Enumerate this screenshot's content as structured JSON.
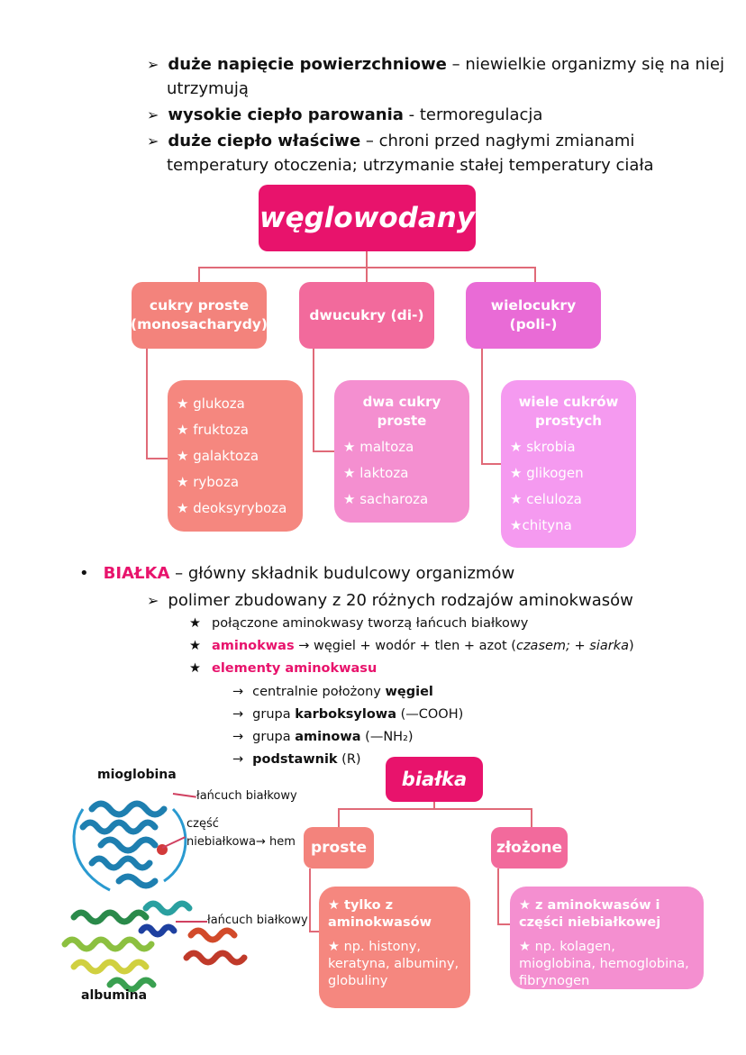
{
  "water": [
    {
      "bold": "duże napięcie powierzchniowe",
      "rest": " – niewielkie organizmy się na niej"
    },
    {
      "cont": "utrzymują"
    },
    {
      "bold": "wysokie ciepło parowania",
      "rest": " - termoregulacja"
    },
    {
      "bold": "duże ciepło właściwe",
      "rest": " – chroni przed nagłymi zmianami"
    },
    {
      "cont": "temperatury otoczenia; utrzymanie stałej temperatury ciała"
    }
  ],
  "carbs": {
    "title": "węglowodany",
    "cat1": "cukry proste\n(monosacharydy)",
    "cat2": "dwucukry (di-)",
    "cat3": "wielocukry\n(poli-)",
    "list1": [
      "★ glukoza",
      "★ fruktoza",
      "★ galaktoza",
      "★ ryboza",
      "★ deoksyryboza"
    ],
    "list2_head": "dwa cukry\nproste",
    "list2": [
      "★ maltoza",
      "★ laktoza",
      "★ sacharoza"
    ],
    "list3_head": "wiele cukrów\nprostych",
    "list3": [
      "★ skrobia",
      "★ glikogen",
      "★ celuloza",
      "★chityna"
    ]
  },
  "proteins": {
    "bullet": "•",
    "heading": "BIAŁKA",
    "heading_rest": " – główny składnik budulcowy organizmów",
    "sub": "polimer zbudowany z 20 różnych rodzajów aminokwasów",
    "star1": "połączone aminokwasy tworzą łańcuch białkowy",
    "star2_key": "aminokwas",
    "star2_rest": " → węgiel + wodór + tlen + azot (",
    "star2_italic": "czasem; + siarka",
    "star2_end": ")",
    "star3": "elementy aminokwasu",
    "elems": [
      {
        "pre": "centralnie położony ",
        "bold": "węgiel",
        "post": ""
      },
      {
        "pre": "grupa ",
        "bold": "karboksylowa",
        "post": " (—COOH)"
      },
      {
        "pre": "grupa ",
        "bold": "aminowa",
        "post": " (—NH₂)"
      },
      {
        "pre": "",
        "bold": "podstawnik",
        "post": " (R)"
      }
    ]
  },
  "protein_tree": {
    "title": "białka",
    "simple": "proste",
    "complex": "złożone",
    "simple_items": [
      "★ tylko z aminokwasów",
      "★ np. histony, keratyna, albuminy, globuliny"
    ],
    "complex_items": [
      "★ z aminokwasów i części niebiałkowej",
      "★ np. kolagen, mioglobina, hemoglobina, fibrynogen"
    ]
  },
  "figure": {
    "mioglobina": "mioglobina",
    "chain1": "łańcuch białkowy",
    "nonprotein_1": "część",
    "nonprotein_2": "niebiałkowa→ hem",
    "chain2": "łańcuch białkowy",
    "albumina": "albumina"
  },
  "colors": {
    "title_pink": "#e8136c",
    "salmon": "#f3837c",
    "pink_mid": "#f26a9c",
    "magenta_light": "#e96bd6",
    "card1": "#f5877f",
    "card2": "#f48fd0",
    "card3": "#f59af0",
    "card_complex": "#f48fd0"
  }
}
